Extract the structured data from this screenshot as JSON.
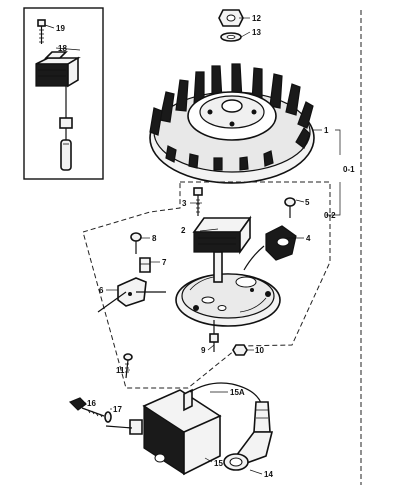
{
  "callouts": {
    "c1": "1",
    "c0_1": "0-1",
    "c0_2": "0-2",
    "c2": "2",
    "c3": "3",
    "c4": "4",
    "c5": "5",
    "c6": "6",
    "c7": "7",
    "c8": "8",
    "c9": "9",
    "c10": "10",
    "c11": "11",
    "c12": "12",
    "c13": "13",
    "c14": "14",
    "c15": "15",
    "c15a": "15A",
    "c16": "16",
    "c17": "17",
    "c18": "18",
    "c19": "19"
  }
}
